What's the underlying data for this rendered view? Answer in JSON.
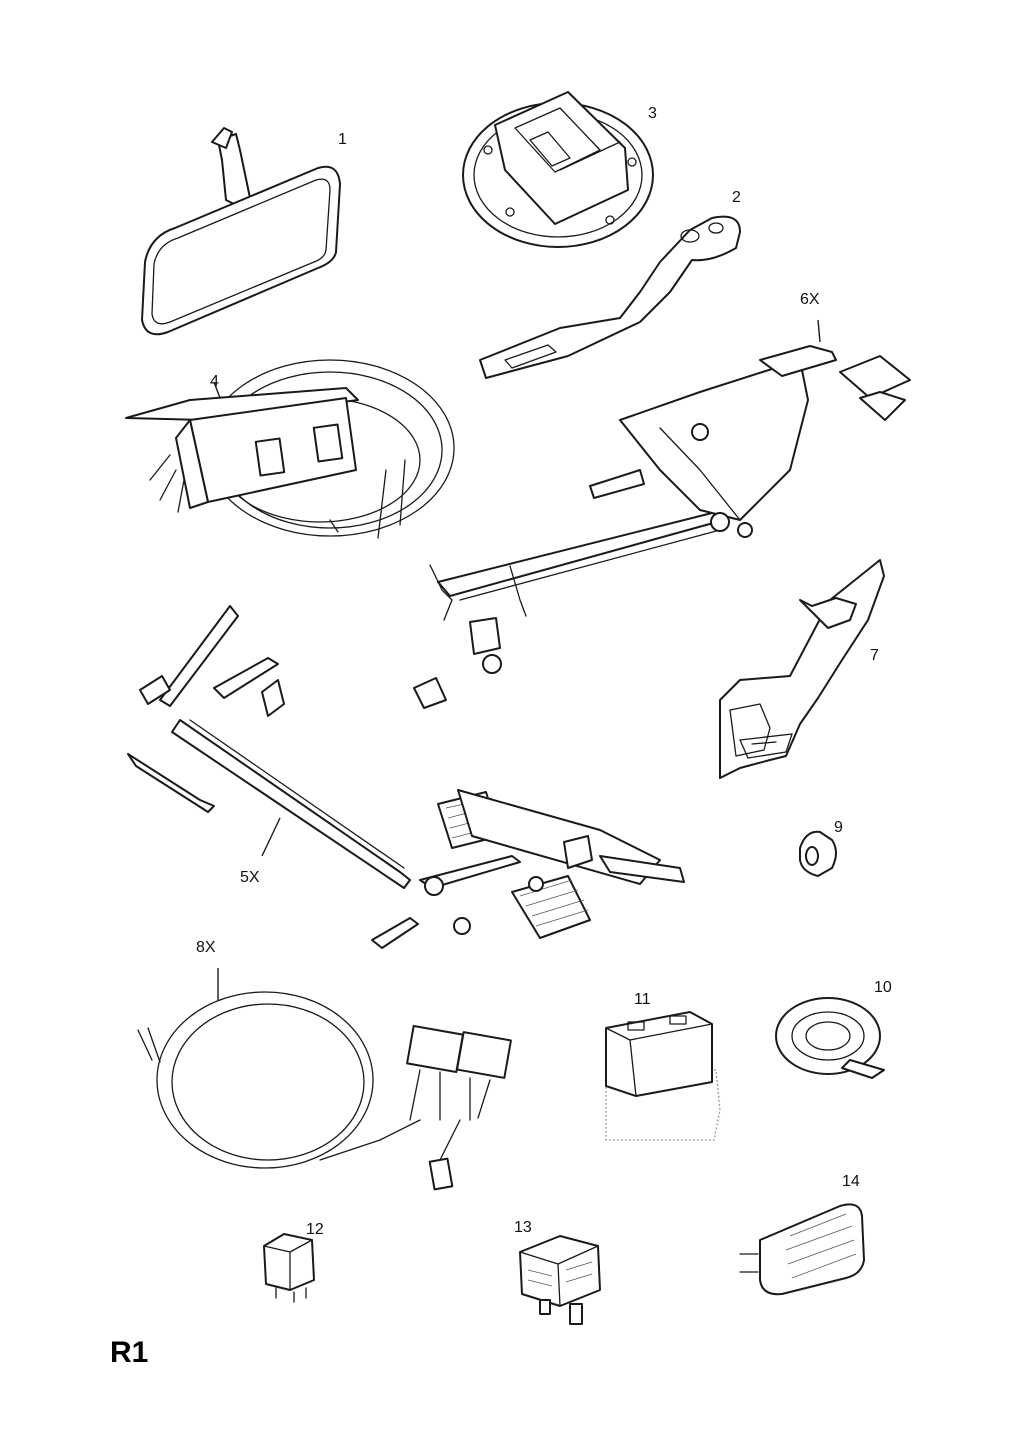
{
  "page_code": "R1",
  "callouts": [
    "1",
    "3",
    "2",
    "6X",
    "4",
    "7",
    "5X",
    "9",
    "8X",
    "11",
    "10",
    "12",
    "13",
    "14"
  ]
}
